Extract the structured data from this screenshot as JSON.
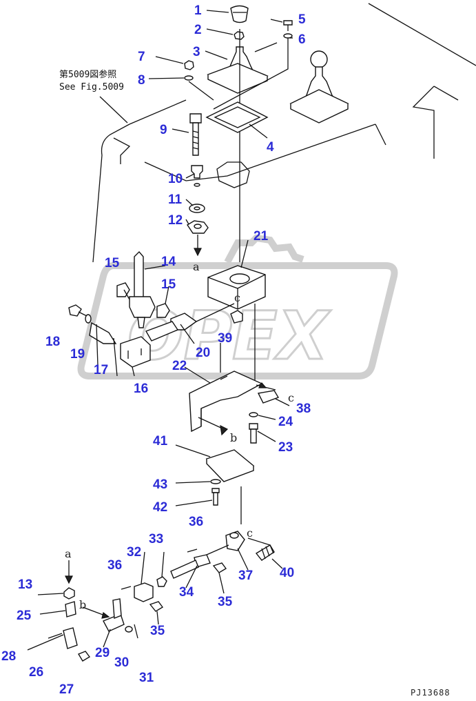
{
  "diagram": {
    "reference_note_jp": "第5009図参照",
    "reference_note_en": "See Fig.5009",
    "drawing_code": "PJ13688",
    "watermark_text": "OPEX",
    "callouts": [
      {
        "id": "c1",
        "label": "1"
      },
      {
        "id": "c2",
        "label": "2"
      },
      {
        "id": "c3",
        "label": "3"
      },
      {
        "id": "c4",
        "label": "4"
      },
      {
        "id": "c5",
        "label": "5"
      },
      {
        "id": "c6",
        "label": "6"
      },
      {
        "id": "c7",
        "label": "7"
      },
      {
        "id": "c8",
        "label": "8"
      },
      {
        "id": "c9",
        "label": "9"
      },
      {
        "id": "c10",
        "label": "10"
      },
      {
        "id": "c11",
        "label": "11"
      },
      {
        "id": "c12",
        "label": "12"
      },
      {
        "id": "c13",
        "label": "13"
      },
      {
        "id": "c14",
        "label": "14"
      },
      {
        "id": "c15a",
        "label": "15"
      },
      {
        "id": "c15b",
        "label": "15"
      },
      {
        "id": "c16",
        "label": "16"
      },
      {
        "id": "c17",
        "label": "17"
      },
      {
        "id": "c18",
        "label": "18"
      },
      {
        "id": "c19",
        "label": "19"
      },
      {
        "id": "c20",
        "label": "20"
      },
      {
        "id": "c21",
        "label": "21"
      },
      {
        "id": "c22",
        "label": "22"
      },
      {
        "id": "c23",
        "label": "23"
      },
      {
        "id": "c24",
        "label": "24"
      },
      {
        "id": "c25",
        "label": "25"
      },
      {
        "id": "c26",
        "label": "26"
      },
      {
        "id": "c27",
        "label": "27"
      },
      {
        "id": "c28",
        "label": "28"
      },
      {
        "id": "c29",
        "label": "29"
      },
      {
        "id": "c30",
        "label": "30"
      },
      {
        "id": "c31",
        "label": "31"
      },
      {
        "id": "c32",
        "label": "32"
      },
      {
        "id": "c33",
        "label": "33"
      },
      {
        "id": "c34",
        "label": "34"
      },
      {
        "id": "c35a",
        "label": "35"
      },
      {
        "id": "c35b",
        "label": "35"
      },
      {
        "id": "c36a",
        "label": "36"
      },
      {
        "id": "c36b",
        "label": "36"
      },
      {
        "id": "c37",
        "label": "37"
      },
      {
        "id": "c38",
        "label": "38"
      },
      {
        "id": "c39",
        "label": "39"
      },
      {
        "id": "c40",
        "label": "40"
      },
      {
        "id": "c41",
        "label": "41"
      },
      {
        "id": "c42",
        "label": "42"
      },
      {
        "id": "c43",
        "label": "43"
      }
    ],
    "connector_tags": [
      {
        "id": "ta1",
        "label": "a"
      },
      {
        "id": "ta2",
        "label": "a"
      },
      {
        "id": "tb1",
        "label": "b"
      },
      {
        "id": "tb2",
        "label": "b"
      },
      {
        "id": "tc1",
        "label": "c"
      },
      {
        "id": "tc2",
        "label": "c"
      },
      {
        "id": "tc3",
        "label": "c"
      }
    ]
  }
}
